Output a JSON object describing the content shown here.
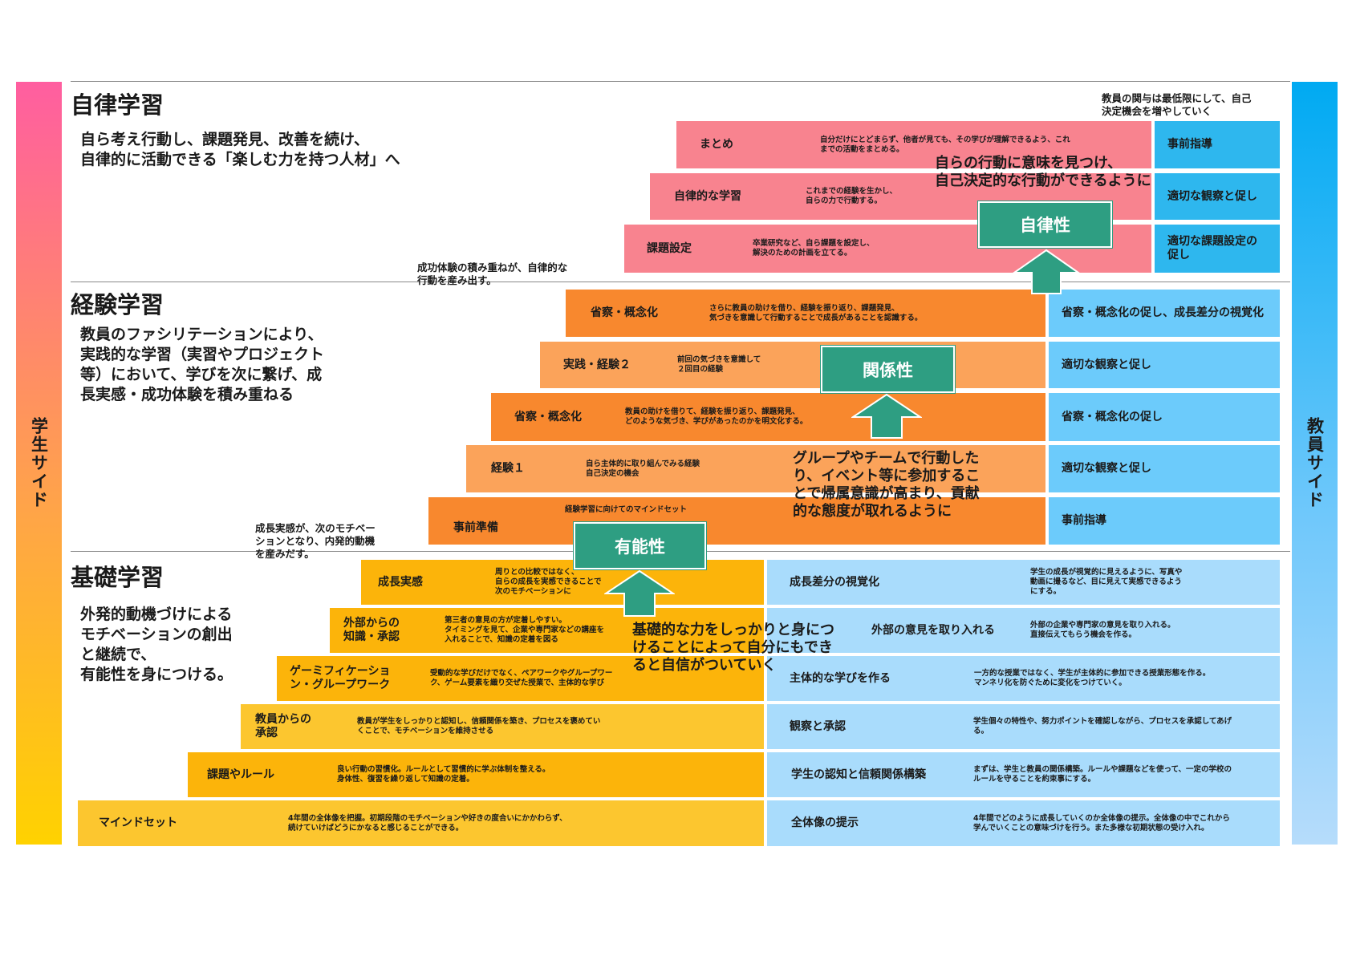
{
  "side": {
    "student": "学生サイド",
    "teacher": "教員サイド"
  },
  "sections": [
    {
      "title": "自律学習",
      "desc": "自ら考え行動し、課題発見、改善を続け、\n自律的に活動できる「楽しむ力を持つ人材」へ"
    },
    {
      "title": "経験学習",
      "desc": "教員のファシリテーションにより、\n実践的な学習（実習やプロジェクト\n等）において、学びを次に繋げ、成\n長実感・成功体験を積み重ねる"
    },
    {
      "title": "基礎学習",
      "desc": "外発的動機づけによる\nモチベーションの創出\nと継続で、\n有能性を身につける。"
    }
  ],
  "autonomy_steps": [
    {
      "label": "まとめ",
      "desc": "自分だけにとどまらず、他者が見ても、その学びが理解できるよう、これ\nまでの活動をまとめる。"
    },
    {
      "label": "自律的な学習",
      "desc": "これまでの経験を生かし、\n自らの力で行動する。"
    },
    {
      "label": "課題設定",
      "desc": "卒業研究など、自ら課題を設定し、\n解決のための計画を立てる。"
    }
  ],
  "autonomy_teacher": [
    "事前指導",
    "適切な観察と促し",
    "適切な課題設定の\n促し"
  ],
  "experience_steps": [
    {
      "label": "省察・概念化",
      "desc": "さらに教員の助けを借り、経験を振り返り、課題発見、\n気づきを意識して行動することで成長があることを認識する。"
    },
    {
      "label": "実践・経験２",
      "desc": "前回の気づきを意識して\n２回目の経験"
    },
    {
      "label": "省察・概念化",
      "desc": "教員の助けを借りて、経験を振り返り、課題発見、\nどのような気づき、学びがあったのかを明文化する。"
    },
    {
      "label": "経験１",
      "desc": "自ら主体的に取り組んでみる経験\n自己決定の機会"
    },
    {
      "label": "事前準備",
      "desc": "経験学習に向けてのマインドセット"
    }
  ],
  "experience_teacher": [
    "省察・概念化の促し、成長差分の視覚化",
    "適切な観察と促し",
    "省察・概念化の促し",
    "適切な観察と促し",
    "事前指導"
  ],
  "basic_steps": [
    {
      "label": "成長実感",
      "desc": "周りとの比較ではなく、\n自らの成長を実感できることで\n次のモチベーションに"
    },
    {
      "label": "外部からの\n知識・承認",
      "desc": "第三者の意見の方が定着しやすい。\nタイミングを見て、企業や専門家などの講座を\n入れることで、知識の定着を図る"
    },
    {
      "label": "ゲーミフィケーショ\nン・グループワーク",
      "desc": "受動的な学びだけでなく、ペアワークやグループワー\nク、ゲーム要素を織り交ぜた授業で、主体的な学び"
    },
    {
      "label": "教員からの\n承認",
      "desc": "教員が学生をしっかりと認知し、信頼関係を築き、プロセスを褒めてい\nくことで、モチベーションを維持させる"
    },
    {
      "label": "課題やルール",
      "desc": "良い行動の習慣化。ルールとして習慣的に学ぶ体制を整える。\n身体性、復習を繰り返して知識の定着。"
    },
    {
      "label": "マインドセット",
      "desc": "4年間の全体像を把握。初期段階のモチベーションや好きの度合いにかかわらず、\n続けていけばどうにかなると感じることができる。"
    }
  ],
  "basic_teacher": [
    {
      "label": "成長差分の視覚化",
      "desc": "学生の成長が視覚的に見えるように、写真や\n動画に撮るなど、目に見えて実感できるよう\nにする。"
    },
    {
      "label": "外部の意見を取り入れる",
      "desc": "外部の企業や専門家の意見を取り入れる。\n直接伝えてもらう機会を作る。"
    },
    {
      "label": "主体的な学びを作る",
      "desc": "一方的な授業ではなく、学生が主体的に参加できる授業形態を作る。\nマンネリ化を防ぐために変化をつけていく。"
    },
    {
      "label": "観察と承認",
      "desc": "学生個々の特性や、努力ポイントを確認しながら、プロセスを承認してあげ\nる。"
    },
    {
      "label": "学生の認知と信頼関係構築",
      "desc": "まずは、学生と教員の関係構築。ルールや課題などを使って、一定の学校の\nルールを守ることを約束事にする。"
    },
    {
      "label": "全体像の提示",
      "desc": "4年間でどのように成長していくのか全体像の提示。全体像の中でこれから\n学んでいくことの意味づけを行う。また多様な初期状態の受け入れ。"
    }
  ],
  "badges": {
    "autonomy": "自律性",
    "relatedness": "関係性",
    "competence": "有能性"
  },
  "notes": {
    "teacher_top": "教員の関与は最低限にして、自己\n決定機会を増やしていく",
    "success": "成功体験の積み重ねが、自律的な\n行動を産み出す。",
    "growth": "成長実感が、次のモチベー\nションとなり、内発的動機\nを産みだす。"
  },
  "callouts": {
    "autonomy": "自らの行動に意味を見つけ、\n自己決定的な行動ができるように",
    "relatedness": "グループやチームで行動した\nり、イベント等に参加するこ\nとで帰属意識が高まり、貢献\n的な態度が取れるように",
    "competence": "基礎的な力をしっかりと身につ\nけることによって自分にもでき\nると自信がついていく"
  },
  "colors": {
    "pink": "#f8838f",
    "orange": "#f8882e",
    "orange_light": "#fba35a",
    "yellow": "#fcb40a",
    "yellow_light": "#fcc62f",
    "blue": "#2eb7ee",
    "blue_mid": "#6ccbfb",
    "blue_light": "#a9dcfc",
    "teal": "#2e9e82",
    "student_bar_top": "#ff5ea0",
    "student_bar_bottom": "#ffd200",
    "teacher_bar_top": "#00aaf2",
    "teacher_bar_bottom": "#b6dcfb"
  }
}
